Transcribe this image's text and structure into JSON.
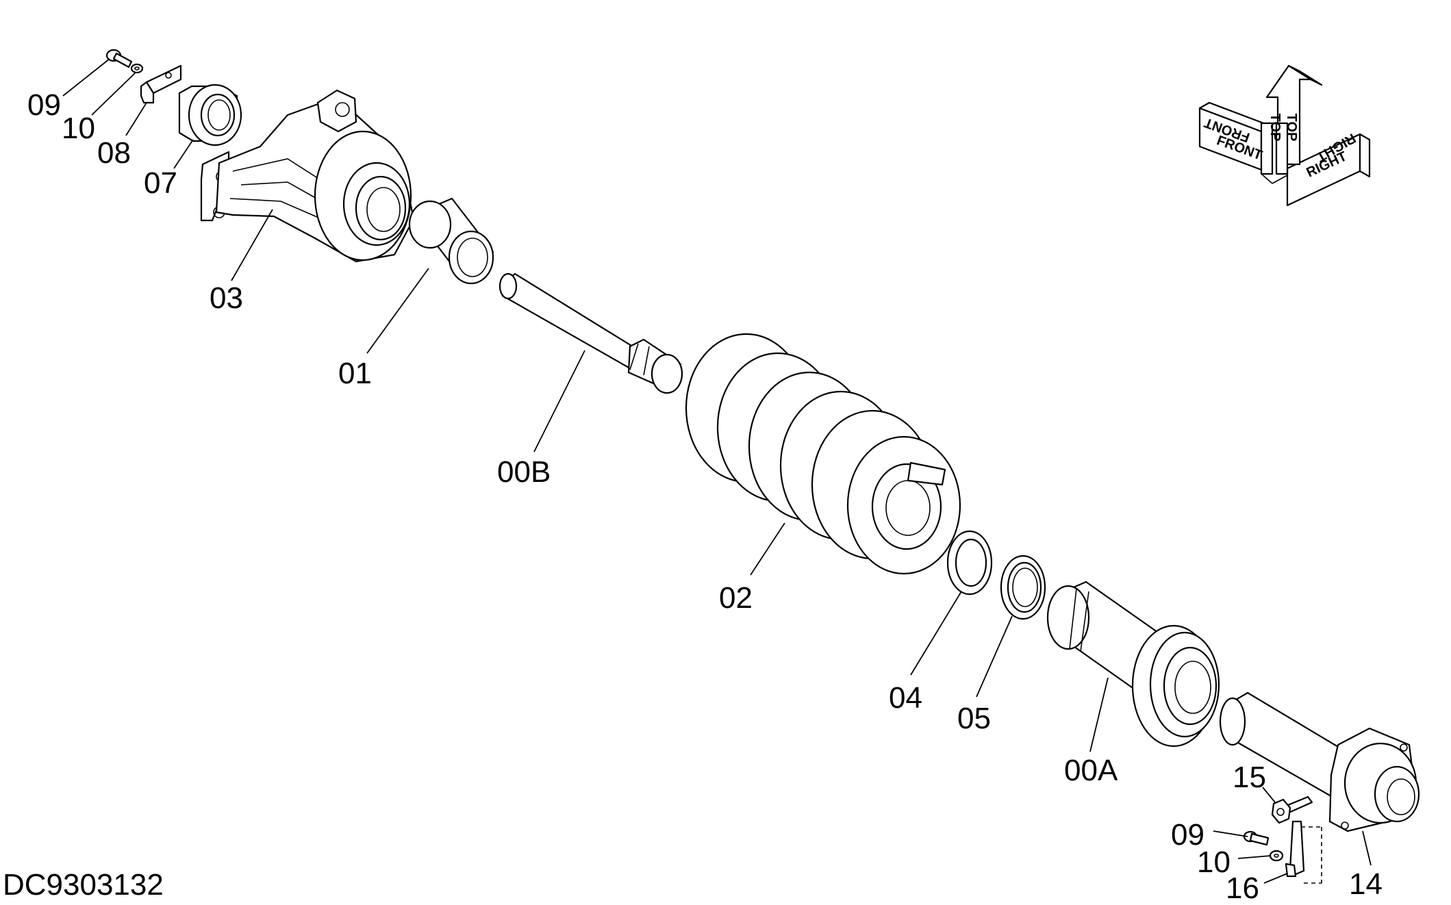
{
  "drawing_id": "DC9303132",
  "orientation": {
    "top_1": "TOP",
    "top_2": "TOP",
    "front_1": "FRONT",
    "front_2": "FRONT",
    "right_1": "RIGHT",
    "right_2": "RIGHT"
  },
  "labels": {
    "p09a": "09",
    "p10a": "10",
    "p08": "08",
    "p07": "07",
    "p03": "03",
    "p01": "01",
    "p00b": "00B",
    "p02": "02",
    "p04": "04",
    "p05": "05",
    "p00a": "00A",
    "p15": "15",
    "p09b": "09",
    "p10b": "10",
    "p16": "16",
    "p14": "14"
  }
}
